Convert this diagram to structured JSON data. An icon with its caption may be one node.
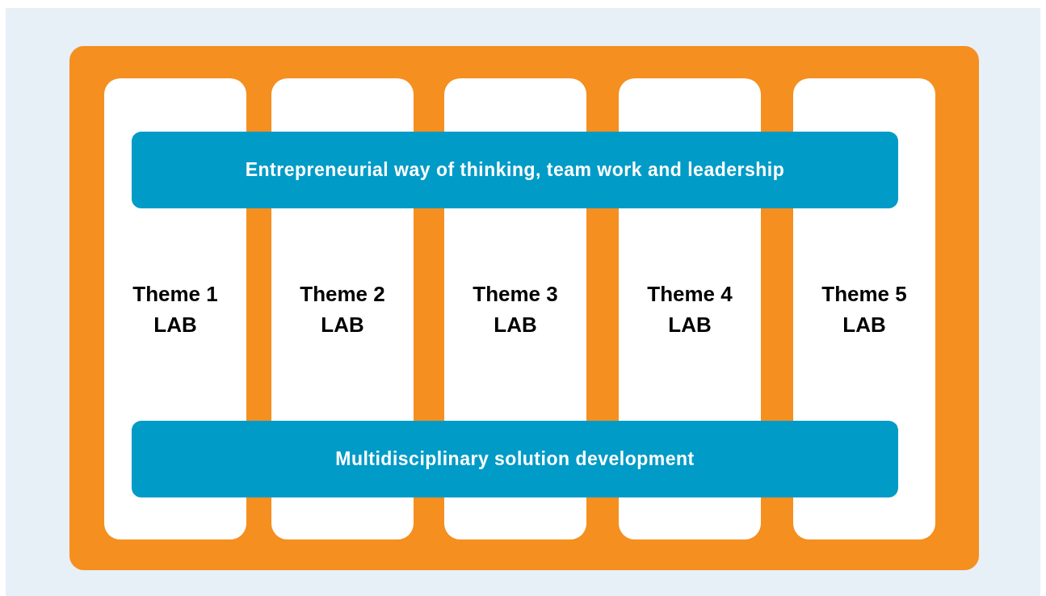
{
  "diagram": {
    "nodes": [
      {
        "text": [],
        "shape": "box"
      },
      {
        "text": [
          "Entrepreneurial way of thinking, team work and leadership"
        ],
        "in": 0
      },
      {
        "text": [
          "Theme 1 LAB"
        ],
        "in": 0
      },
      {
        "text": [
          "Theme 2 LAB"
        ],
        "in": 0
      },
      {
        "text": [
          "Theme 3 LAB"
        ],
        "in": 0
      },
      {
        "text": [
          "Theme 4 LAB"
        ],
        "in": 0
      },
      {
        "text": [
          "Theme 5 LAB"
        ],
        "in": 0
      },
      {
        "text": [
          "Multidisciplinary solution development"
        ],
        "in": 0
      }
    ]
  }
}
